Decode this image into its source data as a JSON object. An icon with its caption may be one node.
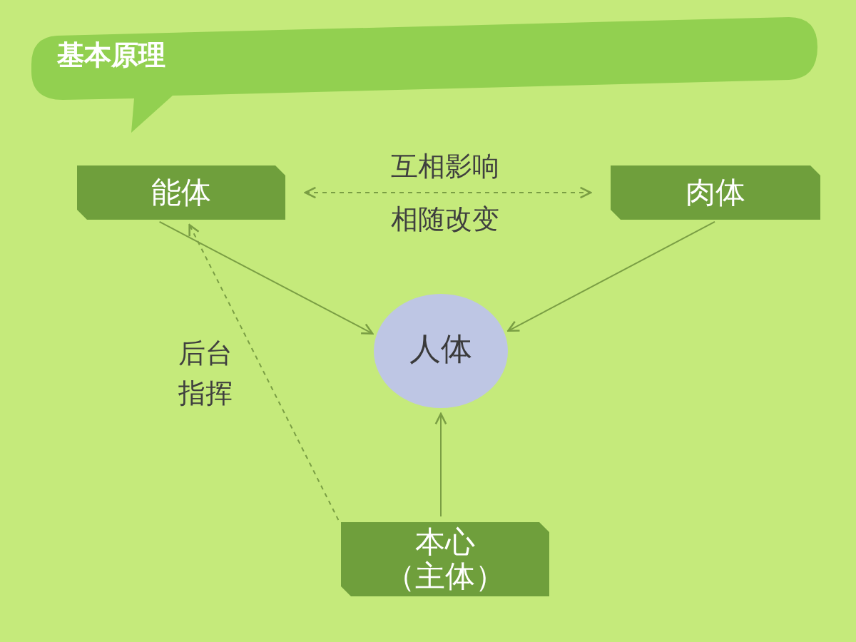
{
  "diagram": {
    "title": "基本原理",
    "nodes": [
      {
        "text": [
          "能体"
        ]
      },
      {
        "text": [
          "肉体"
        ]
      },
      {
        "text": [
          "人体"
        ]
      },
      {
        "text": [
          "本心",
          "（主体）"
        ]
      }
    ],
    "edges": [
      {
        "from": 0,
        "to": 1,
        "arrow": "both",
        "style": "dashed",
        "label": "互相影响"
      },
      {
        "from": 0,
        "to": 2,
        "arrow": "to"
      },
      {
        "from": 1,
        "to": 2,
        "arrow": "to"
      },
      {
        "from": 3,
        "to": 2,
        "arrow": "to"
      },
      {
        "from": 3,
        "to": 0,
        "arrow": "to",
        "style": "dashed",
        "label": "后台指挥"
      }
    ],
    "labels": [
      "相随改变"
    ]
  }
}
